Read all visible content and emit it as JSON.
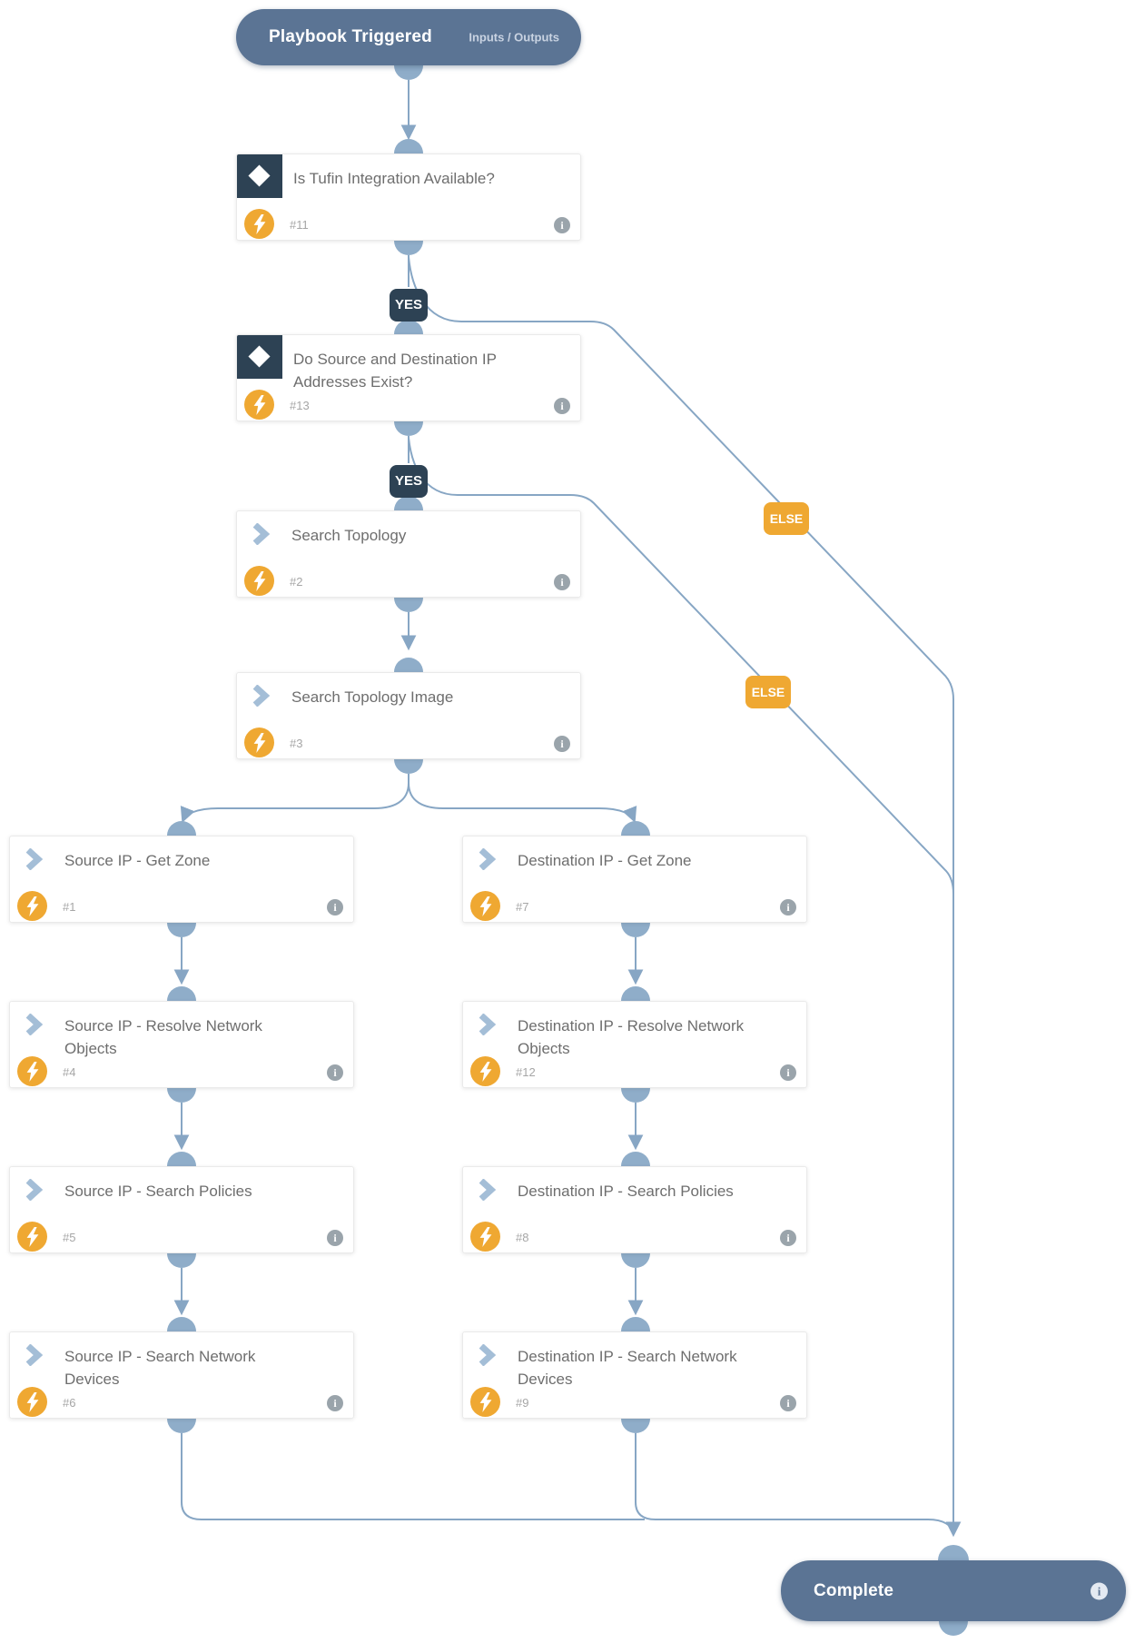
{
  "start_node": {
    "label": "Playbook Triggered",
    "secondary_label": "Inputs / Outputs"
  },
  "end_node": {
    "label": "Complete"
  },
  "edge_badges": [
    {
      "label": "YES"
    },
    {
      "label": "YES"
    },
    {
      "label": "ELSE"
    },
    {
      "label": "ELSE"
    }
  ],
  "nodes": [
    {
      "type": "condition",
      "title": "Is Tufin Integration Available?",
      "id_label": "#11"
    },
    {
      "type": "condition",
      "title": "Do Source and Destination IP Addresses Exist?",
      "id_label": "#13"
    },
    {
      "type": "task",
      "title": "Search Topology",
      "id_label": "#2"
    },
    {
      "type": "task",
      "title": "Search Topology Image",
      "id_label": "#3"
    },
    {
      "type": "task",
      "title": "Source IP - Get Zone",
      "id_label": "#1"
    },
    {
      "type": "task",
      "title": "Destination IP - Get Zone",
      "id_label": "#7"
    },
    {
      "type": "task",
      "title": "Source IP - Resolve Network Objects",
      "id_label": "#4"
    },
    {
      "type": "task",
      "title": "Destination IP - Resolve Network Objects",
      "id_label": "#12"
    },
    {
      "type": "task",
      "title": "Source IP - Search Policies",
      "id_label": "#5"
    },
    {
      "type": "task",
      "title": "Destination IP - Search Policies",
      "id_label": "#8"
    },
    {
      "type": "task",
      "title": "Source IP - Search Network Devices",
      "id_label": "#6"
    },
    {
      "type": "task",
      "title": "Destination IP - Search Network Devices",
      "id_label": "#9"
    }
  ],
  "colors": {
    "accent_dark": "#2d4254",
    "accent_slate": "#5b7494",
    "connector": "#87a6c4",
    "dome": "#8fadc9",
    "orange": "#efa832"
  }
}
